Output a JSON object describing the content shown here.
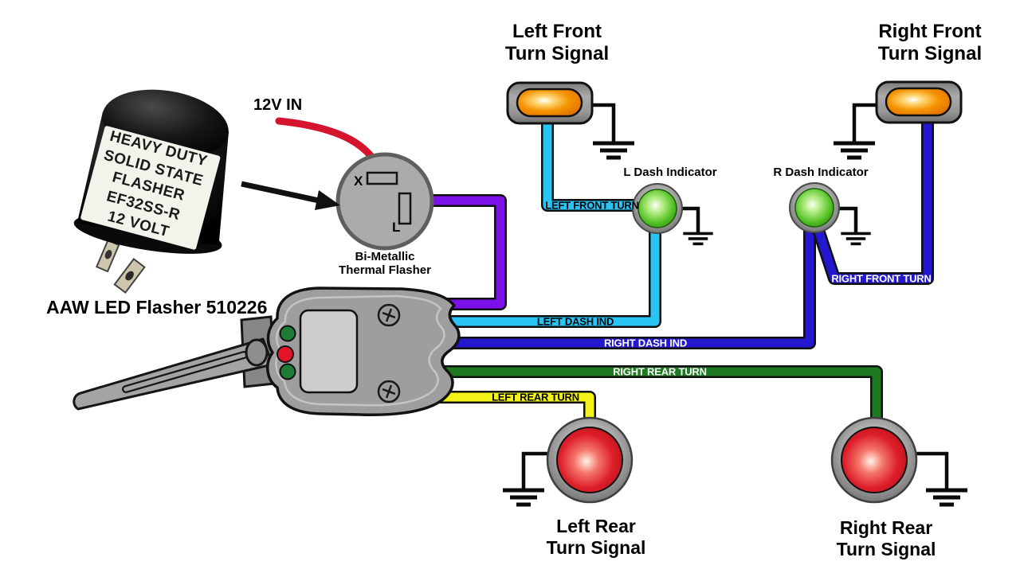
{
  "colors": {
    "wire_cyan": "#29C4F4",
    "wire_blue": "#2418CE",
    "wire_purple": "#7B10E8",
    "wire_green": "#1D7A20",
    "wire_yellow": "#F2F218",
    "wire_red": "#D5152E"
  },
  "flasher_photo": {
    "caption": "AAW LED Flasher 510226",
    "label_lines": [
      "HEAVY DUTY",
      "SOLID STATE",
      "FLASHER",
      "EF32SS-R",
      "12 VOLT"
    ]
  },
  "power_label": "12V IN",
  "thermal_flasher": {
    "caption_line1": "Bi-Metallic",
    "caption_line2": "Thermal Flasher",
    "terminal_x": "X",
    "terminal_l": "L"
  },
  "signals": {
    "left_front": {
      "line1": "Left Front",
      "line2": "Turn Signal"
    },
    "right_front": {
      "line1": "Right Front",
      "line2": "Turn Signal"
    },
    "left_rear": {
      "line1": "Left Rear",
      "line2": "Turn Signal"
    },
    "right_rear": {
      "line1": "Right Rear",
      "line2": "Turn Signal"
    }
  },
  "dash_indicators": {
    "left_label": "L Dash Indicator",
    "right_label": "R Dash Indicator"
  },
  "wire_labels": {
    "left_front_turn": "LEFT FRONT TURN",
    "left_dash_ind": "LEFT DASH IND",
    "right_dash_ind": "RIGHT DASH IND",
    "right_rear_turn": "RIGHT REAR TURN",
    "left_rear_turn": "LEFT REAR TURN",
    "right_front_turn": "RIGHT FRONT TURN"
  }
}
